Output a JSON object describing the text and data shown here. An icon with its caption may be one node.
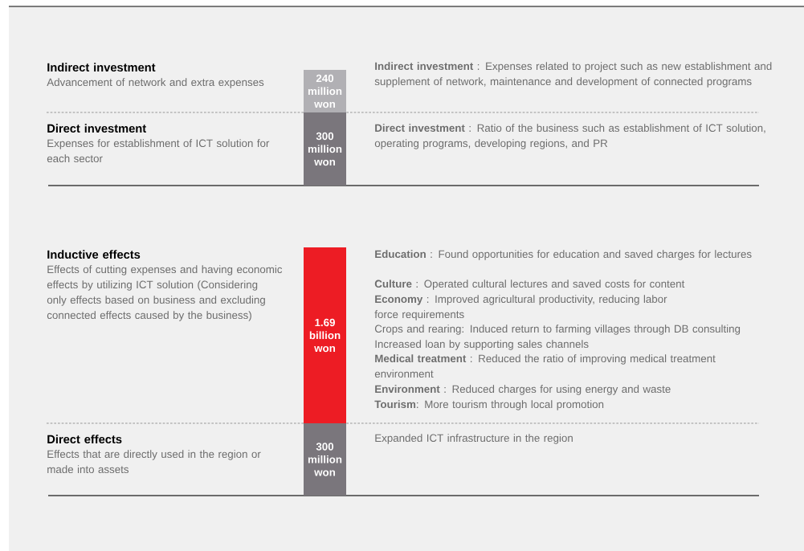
{
  "diagram": {
    "nodes": [
      {
        "text": [
          "240 million won"
        ]
      },
      {
        "text": [
          "300 million won"
        ]
      },
      {
        "text": [
          "1.69 billion won"
        ]
      },
      {
        "text": [
          "300 million won"
        ]
      }
    ],
    "labels": [
      "Indirect investment",
      "Advancement of network and extra expenses",
      "**Indirect investment** : Expenses related to project such as new establishment and supplement of network, maintenance and development of connected programs",
      "Direct investment",
      "Expenses for establishment of ICT solution for each sector",
      "**Direct investment** : Ratio of the business such as establishment of ICT solution, operating programs, developing regions, and PR",
      "Inductive effects",
      "Effects of cutting expenses and having economic effects by utilizing ICT solution (Considering only effects based on business and excluding connected effects caused by the business)",
      "**Education** : Found opportunities for education and saved charges for lectures",
      "**Culture** : Operated cultural lectures and saved costs for content",
      "**Economy** : Improved agricultural productivity, reducing labor force requirements",
      "Crops and rearing: Induced return to farming villages through DB consulting",
      "Increased loan by supporting sales channels",
      "**Medical treatment** : Reduced the ratio of improving medical treatment environment",
      "**Environment** : Reduced charges for using energy and waste",
      "**Tourism**: More tourism through local promotion",
      "Direct effects",
      "Effects that are directly used in the region or made into assets",
      "Expanded ICT infrastructure in the region"
    ]
  }
}
